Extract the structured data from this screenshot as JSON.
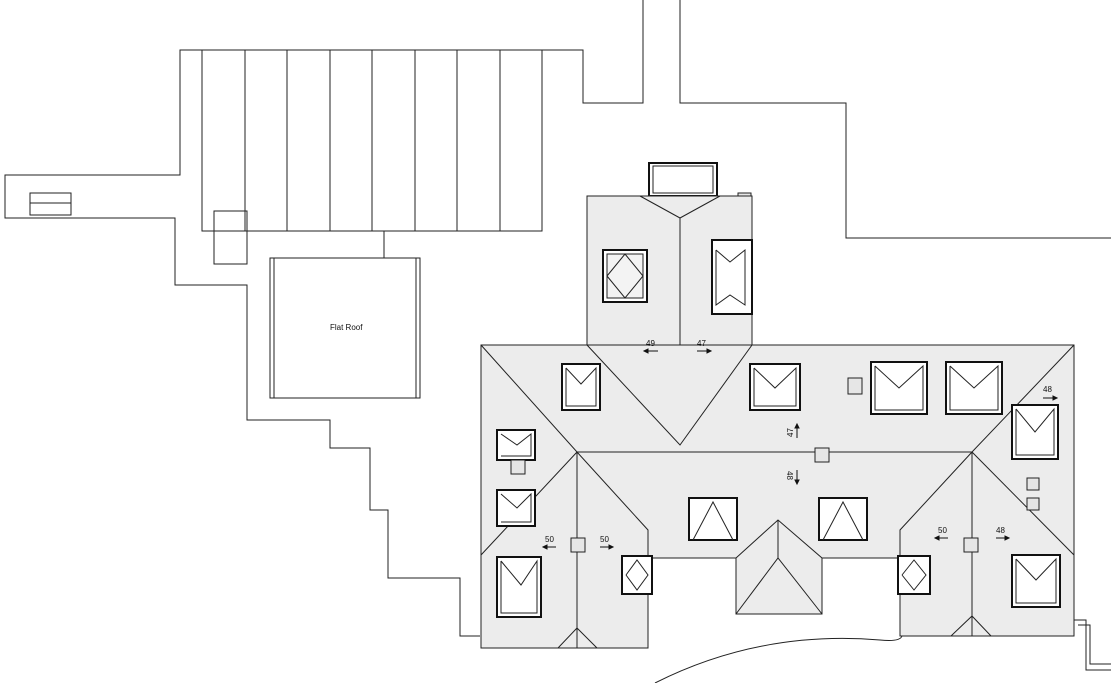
{
  "labels": {
    "flat_roof": "Flat Roof",
    "slope_49": "49",
    "slope_47_left": "47",
    "slope_47_center": "47",
    "slope_48_center": "48",
    "slope_48_right_top": "48",
    "slope_50_a": "50",
    "slope_50_b": "50",
    "slope_50_c": "50",
    "slope_48_right_low": "48"
  },
  "colors": {
    "line": "#222222",
    "roof_fill": "#ececec",
    "background": "#ffffff"
  }
}
